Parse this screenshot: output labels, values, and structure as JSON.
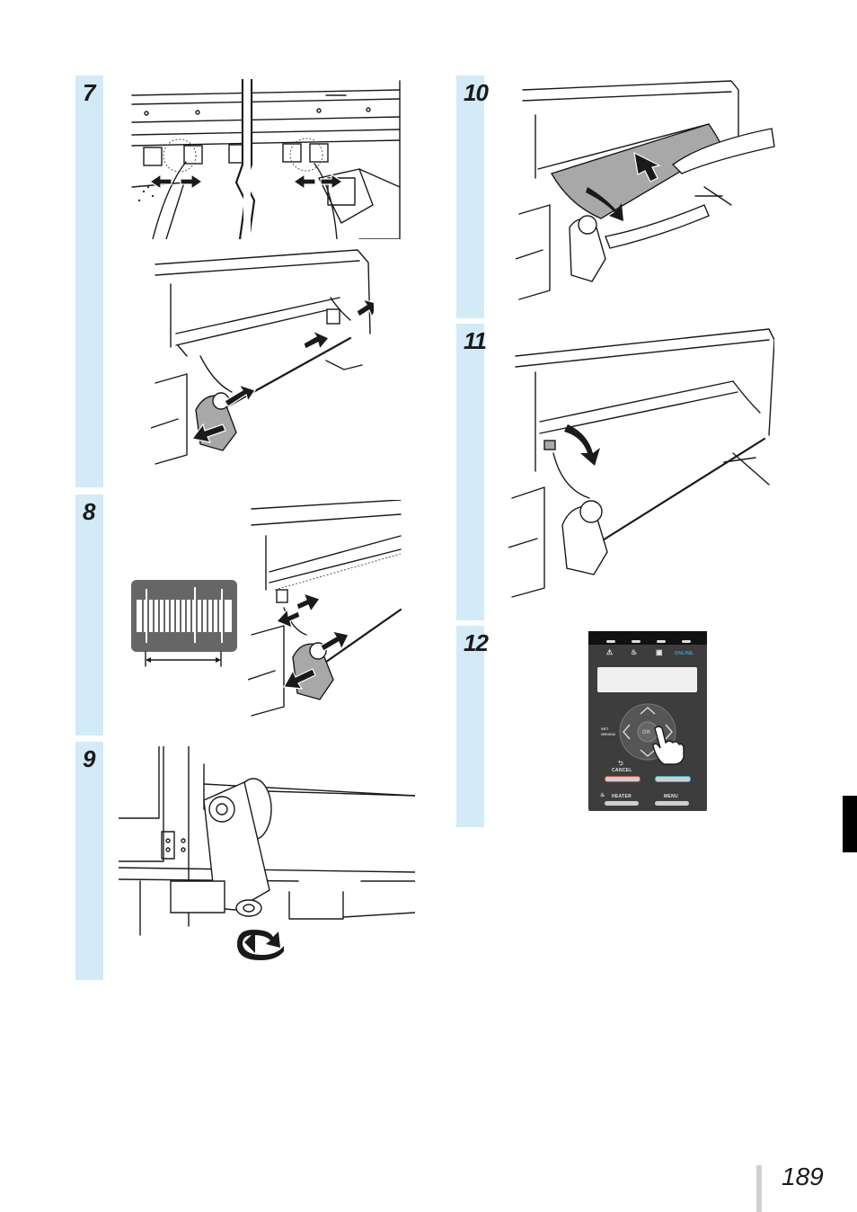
{
  "page": {
    "number": "189"
  },
  "steps": [
    {
      "id": "7",
      "label": "7"
    },
    {
      "id": "8",
      "label": "8"
    },
    {
      "id": "9",
      "label": "9"
    },
    {
      "id": "10",
      "label": "10"
    },
    {
      "id": "11",
      "label": "11"
    },
    {
      "id": "12",
      "label": "12"
    }
  ],
  "control_panel": {
    "labels": {
      "online": "ONLINE",
      "set_origin_line1": "SET",
      "set_origin_line2": "ORIGIN",
      "ok": "OK",
      "cancel": "CANCEL",
      "heater": "HEATER",
      "menu": "MENU"
    },
    "colors": {
      "online": "#3aa0d8",
      "cancel_button_outline": "#d84a3a",
      "ok_button_outline": "#3ab0c8"
    }
  },
  "colors": {
    "step_bar": "#d3eaf7",
    "section_tab": "#000000",
    "figure_grey": "#a8a8a8"
  }
}
